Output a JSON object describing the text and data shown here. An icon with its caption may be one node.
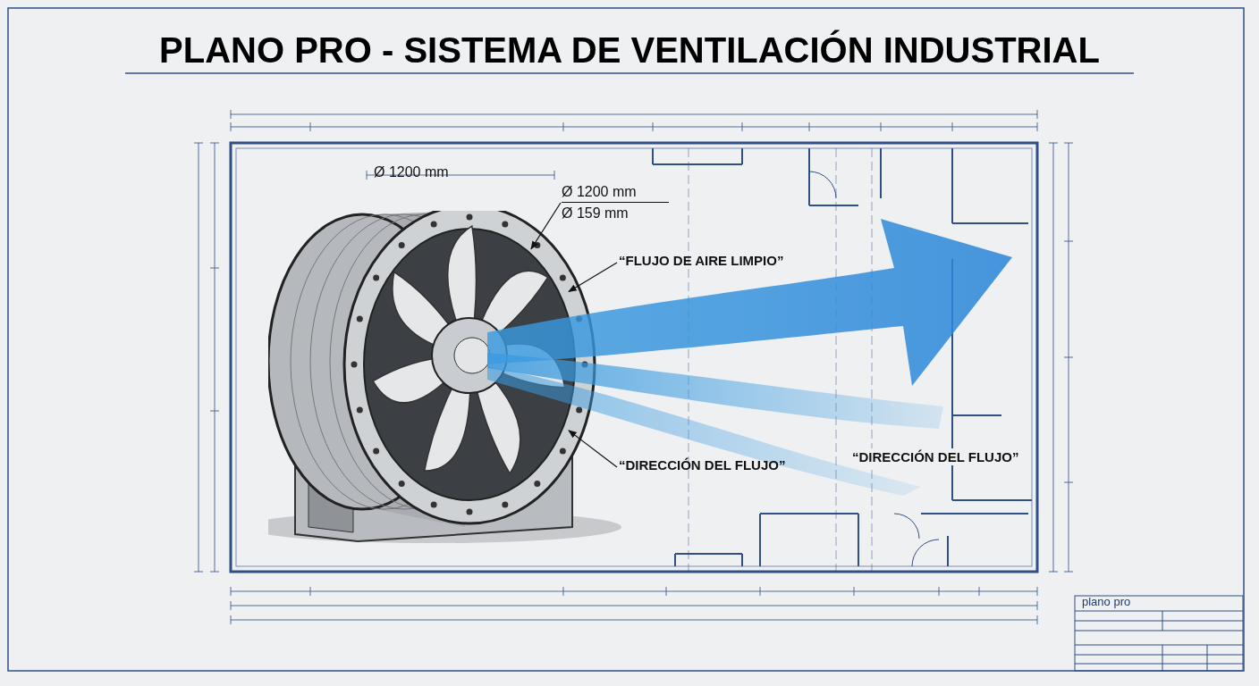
{
  "diagram": {
    "title": "PLANO PRO - SISTEMA DE VENTILACIÓN INDUSTRIAL",
    "nodes": [
      {
        "text": [],
        "shape": "picture"
      },
      {
        "text": [
          "Ø 1200 mm",
          "Ø 159 mm"
        ]
      },
      {
        "text": [
          "“FLUJO DE AIRE LIMPIO”"
        ]
      },
      {
        "text": [
          "“DIRECCIÓN DEL FLUJO”"
        ]
      }
    ],
    "edges": [
      {
        "from": 1,
        "to": 0,
        "arrow": "to"
      },
      {
        "from": 2,
        "to": 0,
        "arrow": "to"
      },
      {
        "from": 3,
        "to": 0,
        "arrow": "to"
      }
    ],
    "labels": [
      "Ø 1200 mm",
      "“DIRECCIÓN DEL FLUJO”",
      "plano pro"
    ]
  }
}
